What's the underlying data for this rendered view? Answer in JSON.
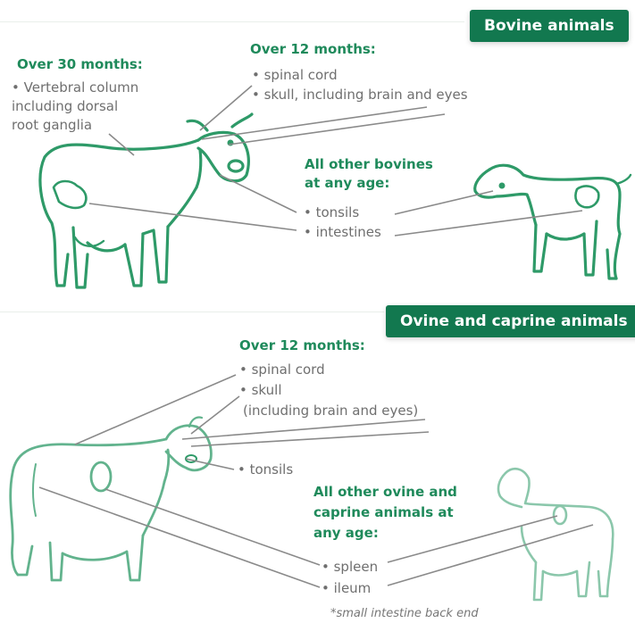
{
  "bovine": {
    "title": "Bovine animals",
    "over30": {
      "head": "Over 30 months:",
      "lines": [
        "• Vertebral column",
        "including dorsal",
        "root ganglia"
      ]
    },
    "over12": {
      "head": "Over 12 months:",
      "items": [
        "• spinal cord",
        "• skull, including brain and eyes"
      ]
    },
    "others": {
      "head_lines": [
        "All other bovines",
        "at any age:"
      ],
      "items": [
        "• tonsils",
        "• intestines"
      ]
    }
  },
  "ovine": {
    "title": "Ovine and caprine animals",
    "over12": {
      "head": "Over 12 months:",
      "items": [
        "• spinal cord",
        "• skull",
        "(including brain and eyes)"
      ]
    },
    "tonsils": "• tonsils",
    "others": {
      "head_lines": [
        "All other ovine and",
        "caprine animals at",
        "any age:"
      ],
      "items": [
        "• spleen",
        "• ileum"
      ]
    },
    "footnote": "*small intestine back end"
  },
  "colors": {
    "green_dark": "#12784f",
    "green_text": "#1f8a5b",
    "outline": "#2e9a68",
    "line_grey": "#8a8a8a"
  },
  "icons": [
    "cow",
    "calf",
    "sheep",
    "lamb"
  ]
}
